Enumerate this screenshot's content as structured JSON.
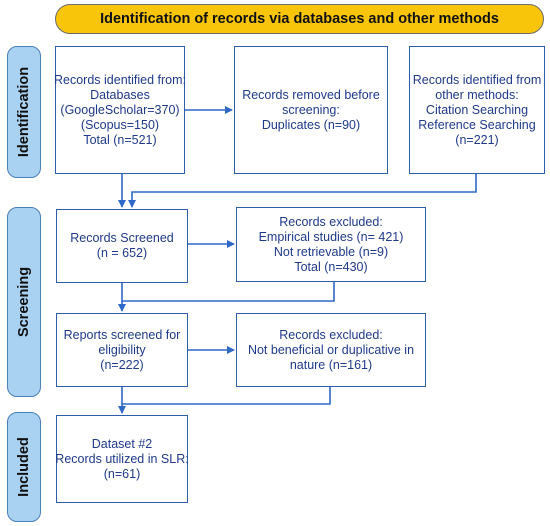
{
  "banner": {
    "title": "Identification of records via databases and other methods"
  },
  "phases": {
    "identification": "Identification",
    "screening": "Screening",
    "included": "Included"
  },
  "boxes": {
    "records_identified_db": [
      "Records identified from:",
      "Databases",
      "(GoogleScholar=370)",
      "(Scopus=150)",
      "Total (n=521)"
    ],
    "records_removed": [
      "Records removed before",
      "screening:",
      "Duplicates (n=90)"
    ],
    "records_identified_other": [
      "Records identified from",
      "other methods:",
      "Citation Searching",
      "Reference Searching",
      "(n=221)"
    ],
    "records_screened": [
      "Records Screened",
      "(n = 652)"
    ],
    "records_excluded_1": [
      "Records excluded:",
      "Empirical studies (n= 421)",
      "Not retrievable (n=9)",
      "Total (n=430)"
    ],
    "reports_screened": [
      "Reports screened for",
      "eligibility",
      "(n=222)"
    ],
    "records_excluded_2": [
      "Records excluded:",
      "Not beneficial or duplicative in",
      "nature (n=161)"
    ],
    "dataset": [
      "Dataset #2",
      "Records utilized in SLR:",
      "(n=61)"
    ]
  },
  "colors": {
    "banner_fill": "#f9c50a",
    "phase_fill": "#a9d1f1",
    "box_border": "#2f5ea8",
    "arrow": "#2f68c7",
    "text": "#1f3a8a"
  }
}
